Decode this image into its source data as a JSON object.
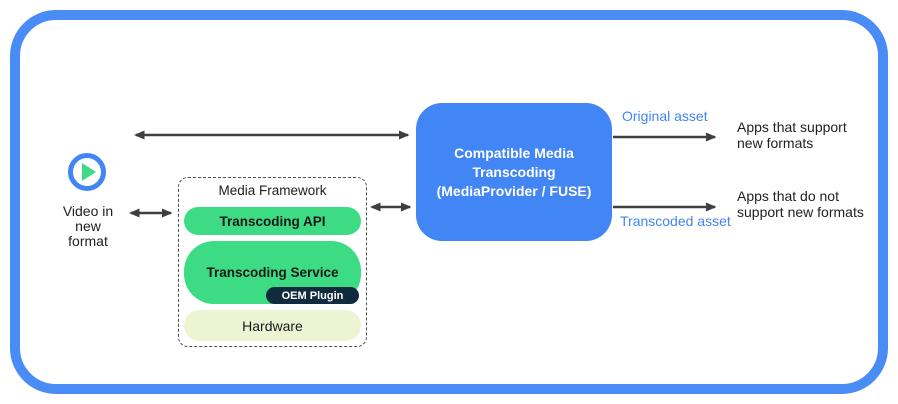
{
  "diagram": {
    "source": {
      "icon": "play-icon",
      "label": "Video in\nnew\nformat"
    },
    "media_framework": {
      "title": "Media Framework",
      "layers": [
        {
          "label": "Transcoding API"
        },
        {
          "label": "Transcoding Service",
          "badge": "OEM Plugin"
        },
        {
          "label": "Hardware"
        }
      ]
    },
    "transcoder": {
      "label": "Compatible Media\nTranscoding\n(MediaProvider / FUSE)"
    },
    "outputs": [
      {
        "asset_label": "Original asset",
        "target": "Apps that support\nnew formats"
      },
      {
        "asset_label": "Transcoded asset",
        "target": "Apps that do not\nsupport new formats"
      }
    ],
    "colors": {
      "border_blue": "#4a8cf5",
      "box_blue": "#4285f4",
      "green": "#3ddc84",
      "cream": "#edf4d4",
      "navy": "#0f2b3d",
      "arrow_gray": "#3c4043",
      "asset_label_blue": "#4285f4"
    }
  }
}
